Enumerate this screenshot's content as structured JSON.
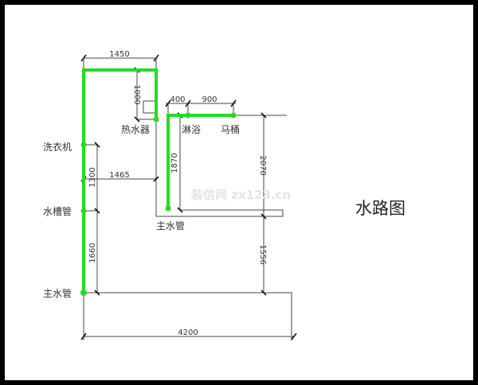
{
  "title": "水路图",
  "watermark": "装信网 zx123.cn",
  "labels": {
    "washer": "洗衣机",
    "sink_pipe": "水槽管",
    "main_pipe_left": "主水管",
    "water_heater": "热水器",
    "shower": "淋浴",
    "toilet": "马桶",
    "main_pipe_center": "主水管"
  },
  "dimensions": {
    "top_width": "1450",
    "heater_drop": "1000",
    "shower_offset": "400",
    "toilet_offset": "900",
    "washer_to_sink": "1300",
    "left_to_wall": "1465",
    "riser": "1870",
    "right_upper": "2070",
    "sink_to_main": "1660",
    "right_lower": "1556",
    "total_width": "4200"
  },
  "colors": {
    "pipe": "#22dd22",
    "line": "#444444"
  }
}
